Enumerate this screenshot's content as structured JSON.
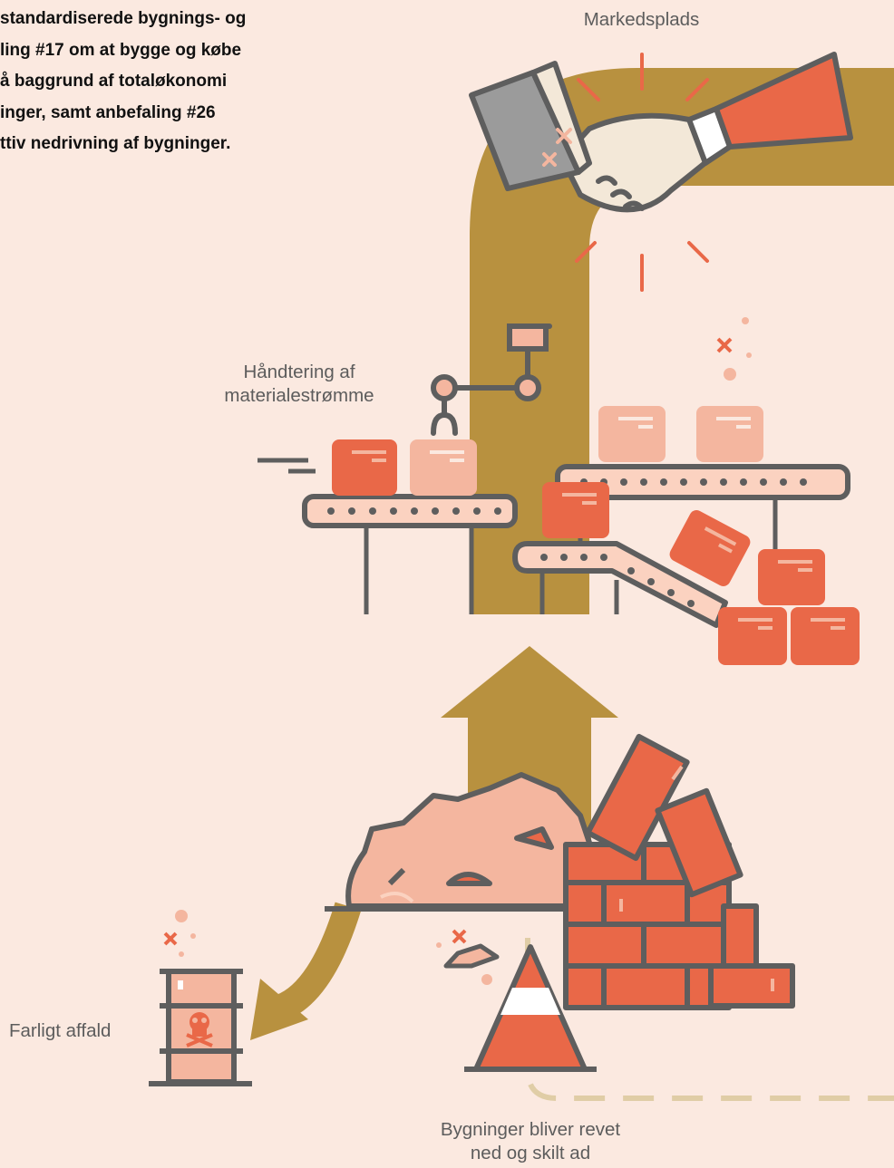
{
  "intro": {
    "lines": [
      "standardiserede bygnings- og",
      "ling #17 om at bygge og købe",
      "å baggrund af totaløkonomi",
      "inger, samt anbefaling #26",
      "ttiv nedrivning af bygninger."
    ]
  },
  "labels": {
    "marketplace": "Markedsplads",
    "material_handling": [
      "Håndtering af",
      "materialestrømme"
    ],
    "hazardous_waste": "Farligt affald",
    "demolition": [
      "Bygninger bliver revet",
      "ned og skilt ad"
    ]
  },
  "colors": {
    "background": "#fbe9e0",
    "path": "#b8913f",
    "orange": "#e96848",
    "peach": "#f4b69f",
    "outline": "#5e5e5e",
    "dashed": "#e0cda6",
    "grey_sleeve": "#9b9b9b",
    "hand": "#f3e8d8"
  },
  "icons": [
    "handshake-icon",
    "robot-arm-icon",
    "conveyor-belt-icon",
    "box-icon",
    "rubble-pile-icon",
    "brick-wall-icon",
    "traffic-cone-icon",
    "hazard-barrel-icon",
    "skull-icon",
    "arrow-up-icon",
    "arrow-curved-icon"
  ]
}
